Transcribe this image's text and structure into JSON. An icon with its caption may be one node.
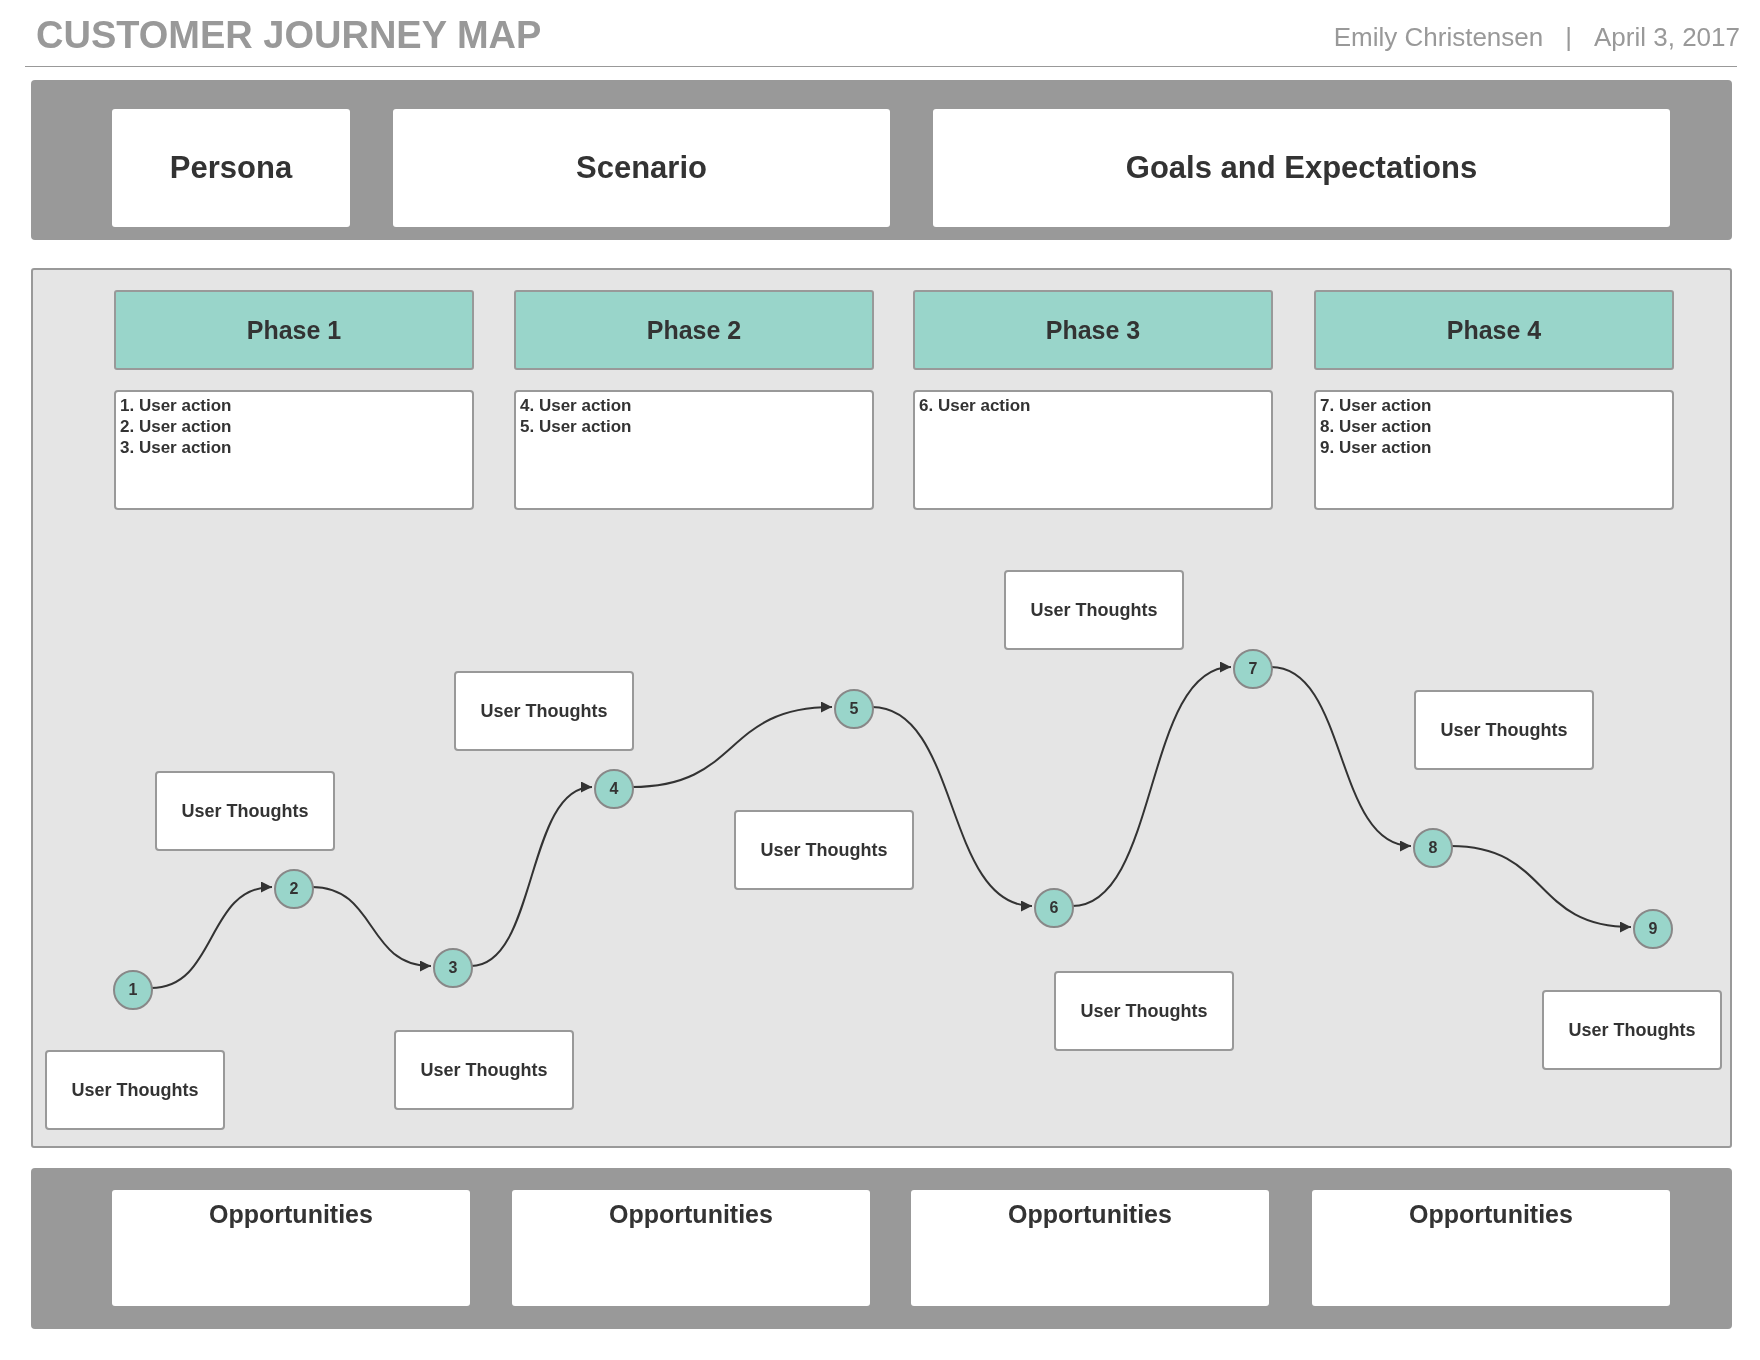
{
  "diagram": {
    "title": "CUSTOMER JOURNEY MAP",
    "nodes": [
      {
        "text": [],
        "shape": "box"
      },
      {
        "text": [
          "Persona"
        ],
        "in": 0
      },
      {
        "text": [
          "Scenario"
        ],
        "in": 0
      },
      {
        "text": [
          "Goals and Expectations"
        ],
        "in": 0
      },
      {
        "text": [],
        "shape": "box"
      },
      {
        "text": [
          "Phase 1"
        ],
        "in": 4
      },
      {
        "text": [
          "Phase 2"
        ],
        "in": 4
      },
      {
        "text": [
          "Phase 3"
        ],
        "in": 4
      },
      {
        "text": [
          "Phase 4"
        ],
        "in": 4
      },
      {
        "text": [
          "1. User action",
          "2. User action",
          "3. User action"
        ],
        "in": 4
      },
      {
        "text": [
          "4. User action",
          "5. User action"
        ],
        "in": 4
      },
      {
        "text": [
          "6. User action"
        ],
        "in": 4
      },
      {
        "text": [
          "7. User action",
          "8. User action",
          "9. User action"
        ],
        "in": 4
      },
      {
        "text": [
          "1"
        ],
        "in": 4
      },
      {
        "text": [
          "2"
        ],
        "in": 4
      },
      {
        "text": [
          "3"
        ],
        "in": 4
      },
      {
        "text": [
          "4"
        ],
        "in": 4
      },
      {
        "text": [
          "5"
        ],
        "in": 4
      },
      {
        "text": [
          "6"
        ],
        "in": 4
      },
      {
        "text": [
          "7"
        ],
        "in": 4
      },
      {
        "text": [
          "8"
        ],
        "in": 4
      },
      {
        "text": [
          "9"
        ],
        "in": 4
      },
      {
        "text": [
          "User Thoughts"
        ],
        "in": 4
      },
      {
        "text": [
          "User Thoughts"
        ],
        "in": 4
      },
      {
        "text": [
          "User Thoughts"
        ],
        "in": 4
      },
      {
        "text": [
          "User Thoughts"
        ],
        "in": 4
      },
      {
        "text": [
          "User Thoughts"
        ],
        "in": 4
      },
      {
        "text": [
          "User Thoughts"
        ],
        "in": 4
      },
      {
        "text": [
          "User Thoughts"
        ],
        "in": 4
      },
      {
        "text": [
          "User Thoughts"
        ],
        "in": 4
      },
      {
        "text": [
          "User Thoughts"
        ],
        "in": 4
      },
      {
        "text": [],
        "shape": "box"
      },
      {
        "text": [
          "Opportunities"
        ],
        "in": 31
      },
      {
        "text": [
          "Opportunities"
        ],
        "in": 31
      },
      {
        "text": [
          "Opportunities"
        ],
        "in": 31
      },
      {
        "text": [
          "Opportunities"
        ],
        "in": 31
      }
    ],
    "edges": [
      {
        "from": 13,
        "to": 14,
        "arrow": "to"
      },
      {
        "from": 14,
        "to": 15,
        "arrow": "to"
      },
      {
        "from": 15,
        "to": 16,
        "arrow": "to"
      },
      {
        "from": 16,
        "to": 17,
        "arrow": "to"
      },
      {
        "from": 17,
        "to": 18,
        "arrow": "to"
      },
      {
        "from": 18,
        "to": 19,
        "arrow": "to"
      },
      {
        "from": 19,
        "to": 20,
        "arrow": "to"
      },
      {
        "from": 20,
        "to": 21,
        "arrow": "to"
      }
    ],
    "labels": [
      "Emily Christensen",
      "|",
      "April 3, 2017"
    ]
  }
}
